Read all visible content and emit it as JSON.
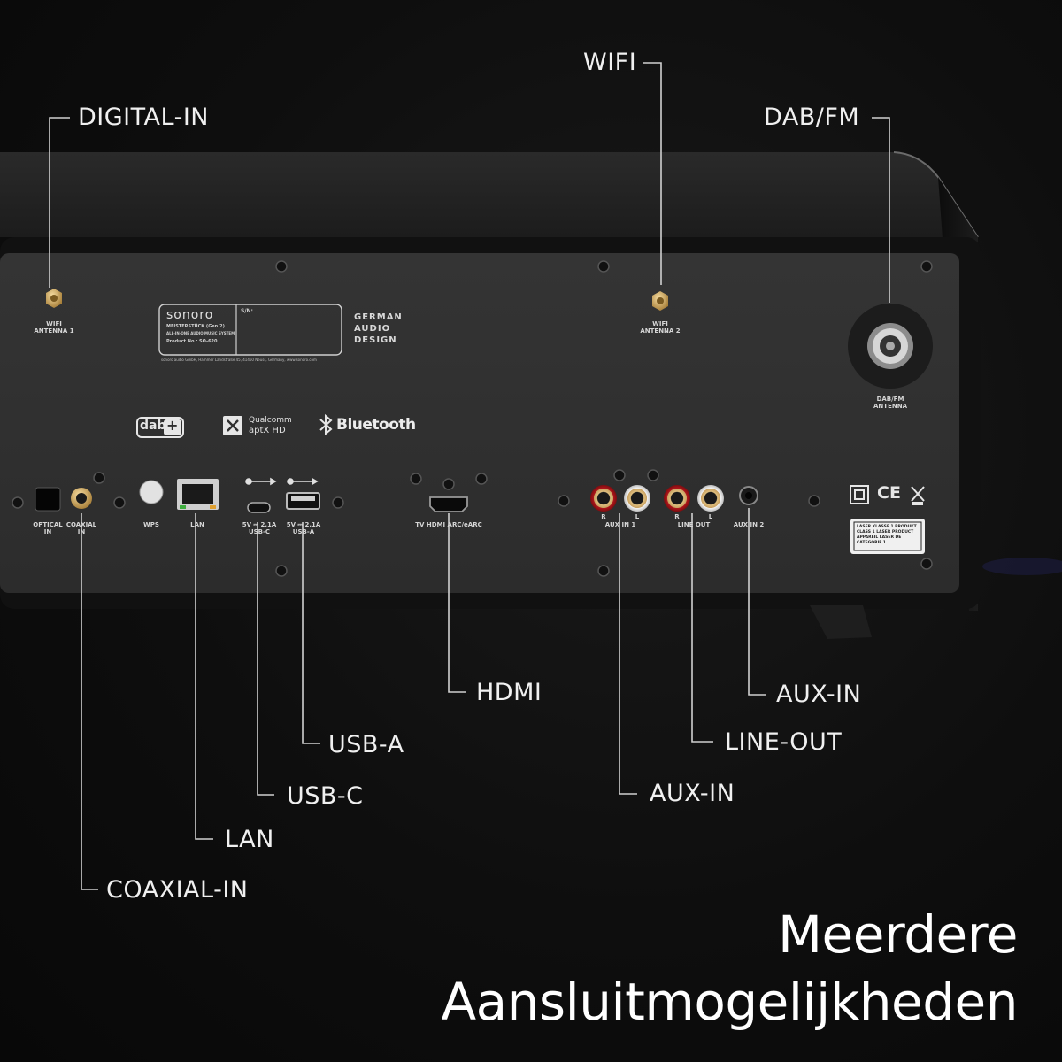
{
  "callouts": {
    "wifi": "WIFI",
    "digital_in": "DIGITAL-IN",
    "dab_fm": "DAB/FM",
    "hdmi": "HDMI",
    "aux_in_2": "AUX-IN",
    "line_out": "LINE-OUT",
    "usb_a": "USB-A",
    "usb_c": "USB-C",
    "aux_in_1": "AUX-IN",
    "lan": "LAN",
    "coaxial_in": "COAXIAL-IN"
  },
  "tagline": {
    "line1": "Meerdere",
    "line2": "Aansluitmogelijkheden"
  },
  "panel": {
    "brand": "sonoro",
    "model": "MEISTERSTÜCK",
    "model_gen": "(Gen.2)",
    "system": "ALL-IN-ONE AUDIO MUSIC SYSTEM",
    "product_no": "Product No.: SO-620",
    "sn": "S/N:",
    "address": "sonoro audio GmbH, Hammer Landstraße 45, 41460 Neuss, Germany, www.sonoro.com",
    "design_1": "GERMAN",
    "design_2": "AUDIO",
    "design_3": "DESIGN",
    "wifi_ant_1": "WIFI",
    "wifi_ant_1b": "ANTENNA 1",
    "wifi_ant_2": "WIFI",
    "wifi_ant_2b": "ANTENNA 2",
    "dab_ant_1": "DAB/FM",
    "dab_ant_2": "ANTENNA",
    "dab_logo": "dab",
    "qualcomm": "Qualcomm",
    "aptx": "aptX HD",
    "bluetooth": "Bluetooth",
    "optical_1": "OPTICAL",
    "optical_2": "IN",
    "coaxial_1": "COAXIAL",
    "coaxial_2": "IN",
    "wps": "WPS",
    "lan": "LAN",
    "usbc_1": "5V ⎓ 2.1A",
    "usbc_2": "USB-C",
    "usba_1": "5V ⎓ 2.1A",
    "usba_2": "USB-A",
    "hdmi": "TV HDMI ARC/eARC",
    "aux1": "AUX IN 1",
    "lineout": "LINE OUT",
    "aux2": "AUX IN 2",
    "r": "R",
    "l": "L",
    "laser_1": "LASER KLASSE 1 PRODUKT",
    "laser_2": "CLASS 1 LASER PRODUCT",
    "laser_3": "APPAREIL LASER DE",
    "laser_4": "CATEGORIE 1",
    "ce": "CE"
  }
}
